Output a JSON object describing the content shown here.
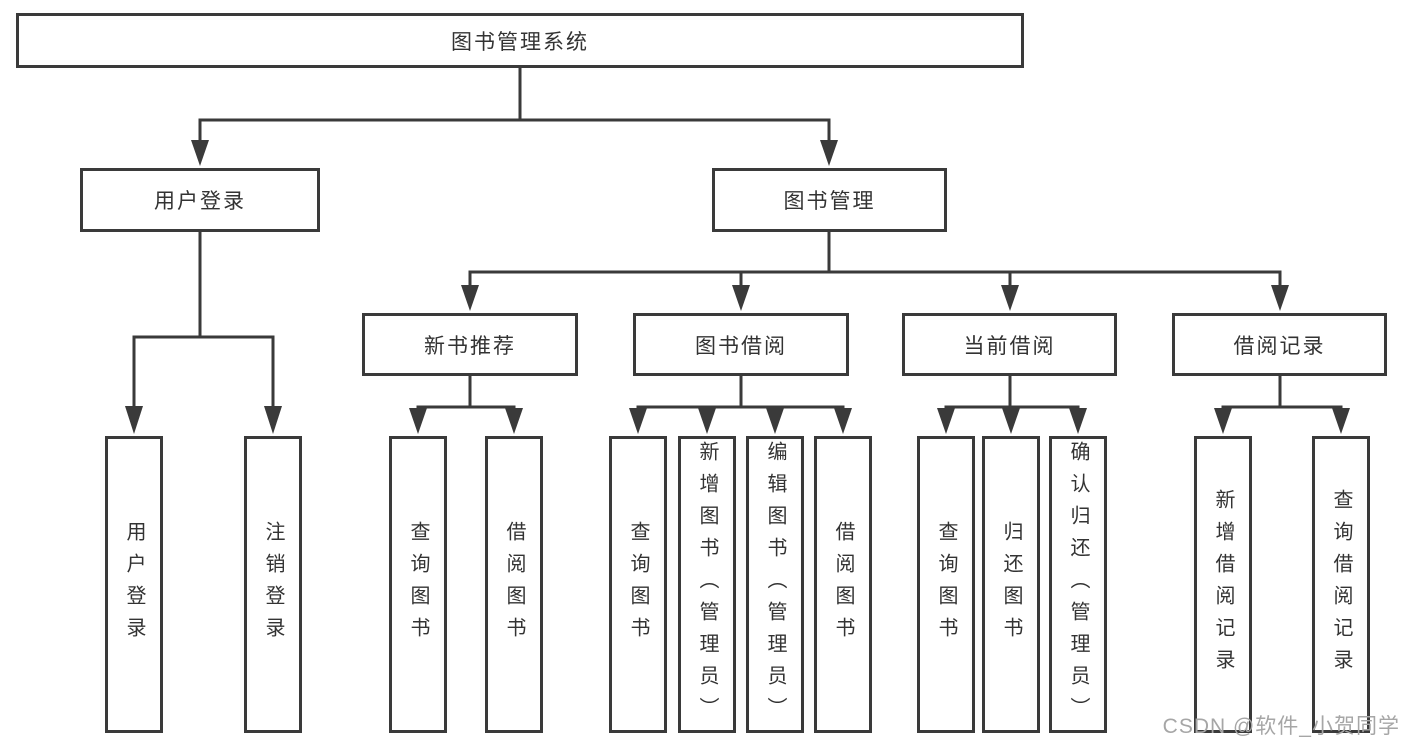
{
  "watermark": "CSDN @软件_小贺同学",
  "colors": {
    "line": "#3a3a3a",
    "box_border": "#3a3a3a",
    "box_fill": "#ffffff",
    "text": "#333333",
    "watermark_text": "#a6a6a6",
    "background": "#ffffff"
  },
  "tree": {
    "root": {
      "label": "图书管理系统",
      "children": [
        {
          "label": "用户登录",
          "children": [
            {
              "label": "用户登录"
            },
            {
              "label": "注销登录"
            }
          ]
        },
        {
          "label": "图书管理",
          "children": [
            {
              "label": "新书推荐",
              "children": [
                {
                  "label": "查询图书"
                },
                {
                  "label": "借阅图书"
                }
              ]
            },
            {
              "label": "图书借阅",
              "children": [
                {
                  "label": "查询图书"
                },
                {
                  "label": "新增图书（管理员）"
                },
                {
                  "label": "编辑图书（管理员）"
                },
                {
                  "label": "借阅图书"
                }
              ]
            },
            {
              "label": "当前借阅",
              "children": [
                {
                  "label": "查询图书"
                },
                {
                  "label": "归还图书"
                },
                {
                  "label": "确认归还（管理员）"
                }
              ]
            },
            {
              "label": "借阅记录",
              "children": [
                {
                  "label": "新增借阅记录"
                },
                {
                  "label": "查询借阅记录"
                }
              ]
            }
          ]
        }
      ]
    }
  }
}
